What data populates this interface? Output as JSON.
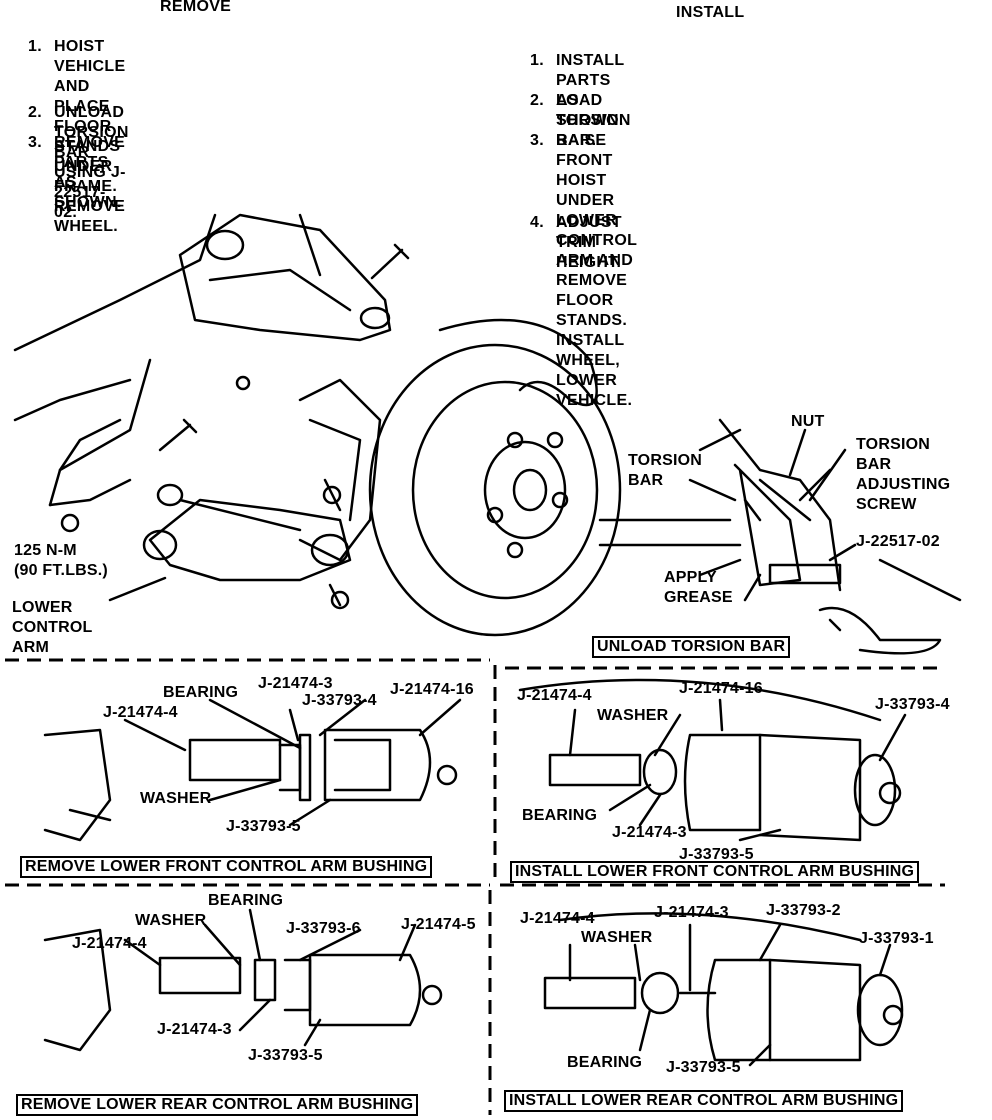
{
  "remove": {
    "heading": "REMOVE",
    "steps": [
      {
        "n": "1.",
        "text": "HOIST VEHICLE AND PLACE FLOOR\nSTANDS UNDER FRAME. REMOVE\nWHEEL."
      },
      {
        "n": "2.",
        "text": "UNLOAD TORSION BAR USING J-22517-02."
      },
      {
        "n": "3.",
        "text": "REMOVE PARTS AS SHOWN."
      }
    ]
  },
  "install": {
    "heading": "INSTALL",
    "steps": [
      {
        "n": "1.",
        "text": "INSTALL PARTS AS SHOWN."
      },
      {
        "n": "2.",
        "text": "LOAD TORSION BAR."
      },
      {
        "n": "3.",
        "text": "RAISE FRONT HOIST UNDER LOWER\nCONTROL ARM AND REMOVE FLOOR\nSTANDS. INSTALL WHEEL, LOWER VEHICLE."
      },
      {
        "n": "4.",
        "text": "ADJUST TRIM HEIGHT."
      }
    ]
  },
  "main_assembly": {
    "torque": "125 N-M\n(90 FT.LBS.)",
    "lower_control_arm": "LOWER\nCONTROL\nARM"
  },
  "unload_panel": {
    "torsion_bar": "TORSION\nBAR",
    "nut": "NUT",
    "adjusting_screw": "TORSION\nBAR\nADJUSTING\nSCREW",
    "tool": "J-22517-02",
    "apply_grease": "APPLY\nGREASE",
    "caption": "UNLOAD TORSION BAR"
  },
  "remove_front": {
    "bearing": "BEARING",
    "j3": "J-21474-3",
    "j4": "J-21474-4",
    "j33793_4": "J-33793-4",
    "j16": "J-21474-16",
    "washer": "WASHER",
    "j33793_5": "J-33793-5",
    "caption": "REMOVE LOWER FRONT CONTROL ARM BUSHING"
  },
  "install_front": {
    "j4": "J-21474-4",
    "j16": "J-21474-16",
    "washer": "WASHER",
    "j33793_4": "J-33793-4",
    "bearing": "BEARING",
    "j3": "J-21474-3",
    "j33793_5": "J-33793-5",
    "caption": "INSTALL LOWER FRONT CONTROL ARM BUSHING"
  },
  "remove_rear": {
    "bearing": "BEARING",
    "washer": "WASHER",
    "j33793_6": "J-33793-6",
    "j5": "J-21474-5",
    "j4": "J-21474-4",
    "j3": "J-21474-3",
    "j33793_5": "J-33793-5",
    "caption": "REMOVE LOWER REAR CONTROL ARM BUSHING"
  },
  "install_rear": {
    "j4": "J-21474-4",
    "j3": "J-21474-3",
    "j33793_2": "J-33793-2",
    "washer": "WASHER",
    "j33793_1": "J-33793-1",
    "bearing": "BEARING",
    "j33793_5": "J-33793-5",
    "caption": "INSTALL LOWER REAR CONTROL ARM BUSHING"
  }
}
